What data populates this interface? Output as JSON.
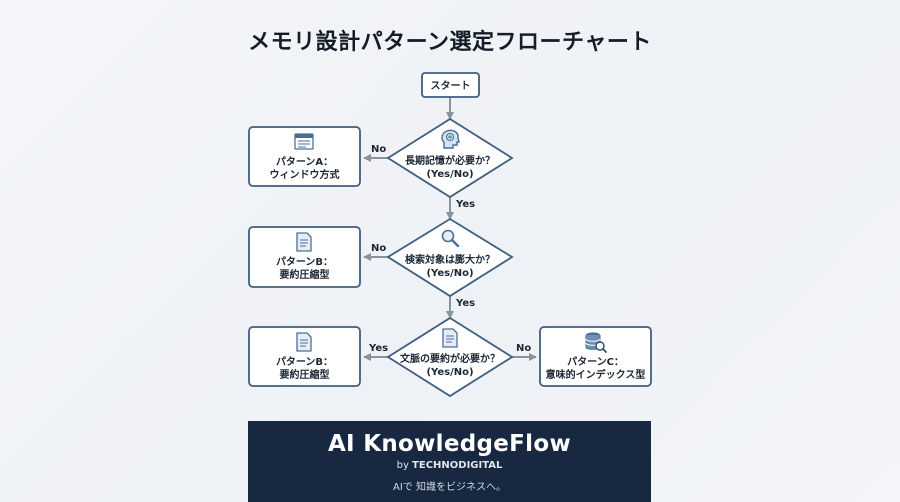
{
  "title": "メモリ設計パターン選定フローチャート",
  "nodes": {
    "start": "スタート",
    "q1": [
      "長期記憶が必要か？",
      "(Yes/No)"
    ],
    "q2": [
      "検索対象は膨大か？",
      "(Yes/No)"
    ],
    "q3": [
      "文脈の要約が必要か？",
      "(Yes/No)"
    ],
    "patternA": [
      "パターンA：",
      "ウィンドウ方式"
    ],
    "patternB1": [
      "パターンB：",
      "要約圧縮型"
    ],
    "patternB2": [
      "パターンB：",
      "要約圧縮型"
    ],
    "patternC": [
      "パターンC：",
      "意味的インデックス型"
    ]
  },
  "edges": {
    "q1_no": "No",
    "q1_yes": "Yes",
    "q2_no": "No",
    "q2_yes": "Yes",
    "q3_yes": "Yes",
    "q3_no": "No"
  },
  "icons": {
    "q1": "head-brain-icon",
    "q2": "magnifier-icon",
    "q3": "document-icon",
    "patternA": "window-icon",
    "patternB1": "document-icon",
    "patternB2": "document-icon",
    "patternC": "database-search-icon"
  },
  "colors": {
    "node_border": "#3f5e80",
    "icon_blue": "#4a6f96",
    "arrow": "#8a929c",
    "footer_bg": "#172840"
  },
  "footer": {
    "brand": "AI KnowledgeFlow",
    "by_prefix": "by ",
    "by_company": "TECHNODIGITAL",
    "tagline": "AIで 知識をビジネスへ。"
  }
}
